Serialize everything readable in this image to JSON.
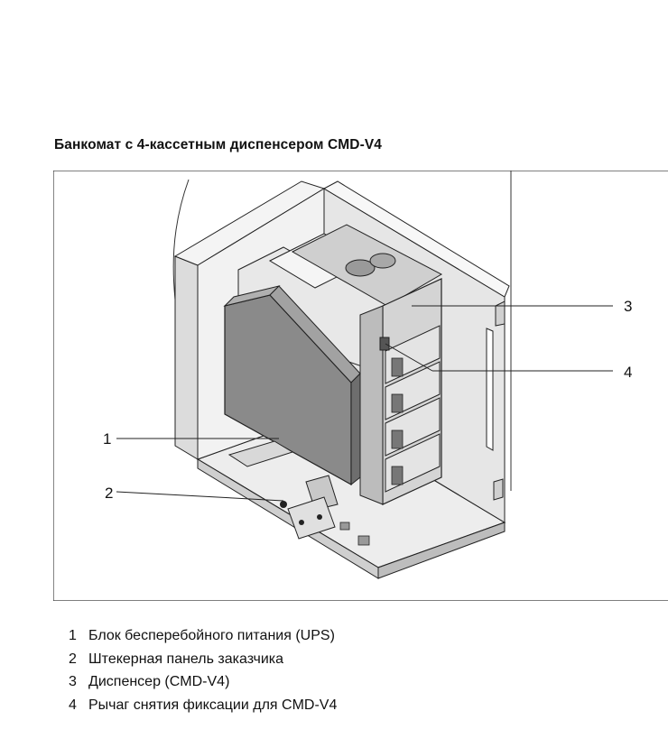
{
  "title": "Банкомат с 4-кассетным диспенсером CMD-V4",
  "callouts": [
    "1",
    "2",
    "3",
    "4"
  ],
  "legend": [
    {
      "num": "1",
      "text": "Блок бесперебойного питания (UPS)"
    },
    {
      "num": "2",
      "text": "Штекерная панель заказчика"
    },
    {
      "num": "3",
      "text": "Диспенсер (CMD-V4)"
    },
    {
      "num": "4",
      "text": "Рычаг снятия фиксации для CMD-V4"
    }
  ],
  "colors": {
    "line": "#1a1a1a",
    "cabinet": "#efefef",
    "cabinet_shade": "#d6d6d6",
    "ups_face": "#8c8c8c",
    "ups_top": "#b5b5b5",
    "dispenser": "#d9d9d9"
  }
}
